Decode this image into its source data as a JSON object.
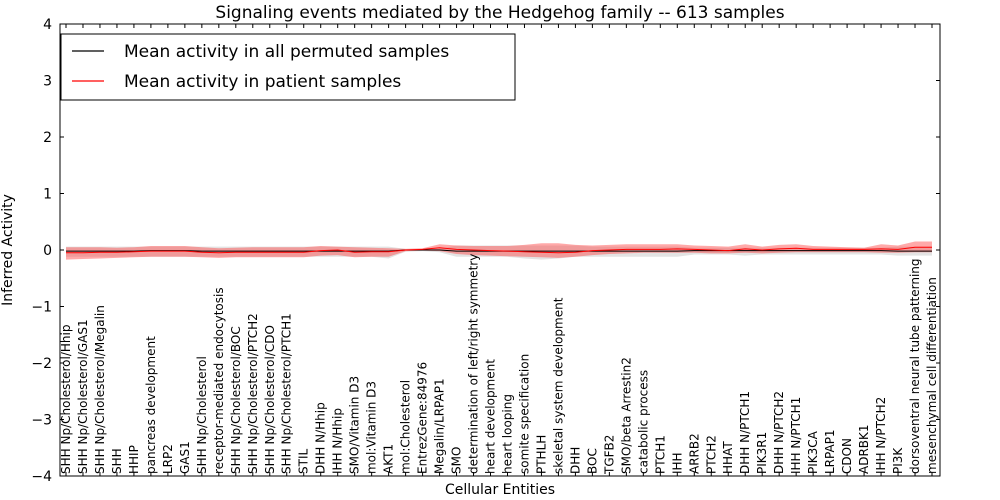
{
  "chart_data": {
    "type": "line",
    "title": "Signaling events mediated by the Hedgehog family -- 613 samples",
    "xlabel": "Cellular Entities",
    "ylabel": "Inferred Activity",
    "ylim": [
      -4,
      4
    ],
    "yticks": [
      4,
      3,
      2,
      1,
      0,
      -1,
      -2,
      -3,
      -4
    ],
    "ytick_labels": [
      "4",
      "3",
      "2",
      "1",
      "0",
      "−1",
      "−2",
      "−3",
      "−4"
    ],
    "grid": false,
    "legend_position": "top-left",
    "categories": [
      "SHH Np/Cholesterol/Hhip",
      "SHH Np/Cholesterol/GAS1",
      "SHH Np/Cholesterol/Megalin",
      "SHH",
      "HHIP",
      "pancreas development",
      "LRP2",
      "GAS1",
      "SHH Np/Cholesterol",
      "receptor-mediated endocytosis",
      "SHH Np/Cholesterol/BOC",
      "SHH Np/Cholesterol/PTCH2",
      "SHH Np/Cholesterol/CDO",
      "SHH Np/Cholesterol/PTCH1",
      "STIL",
      "DHH N/Hhip",
      "IHH N/Hhip",
      "SMO/Vitamin D3",
      "mol:Vitamin D3",
      "AKT1",
      "mol:Cholesterol",
      "EntrezGene:84976",
      "Megalin/LRPAP1",
      "SMO",
      "determination of left/right symmetry",
      "heart development",
      "heart looping",
      "somite specification",
      "PTHLH",
      "skeletal system development",
      "DHH",
      "BOC",
      "TGFB2",
      "SMO/beta Arrestin2",
      "catabolic process",
      "PTCH1",
      "IHH",
      "ARRB2",
      "PTCH2",
      "HHAT",
      "DHH N/PTCH1",
      "PIK3R1",
      "DHH N/PTCH2",
      "IHH N/PTCH1",
      "PIK3CA",
      "LRPAP1",
      "CDON",
      "ADRBK1",
      "IHH N/PTCH2",
      "PI3K",
      "dorsoventral neural tube patterning",
      "mesenchymal cell differentiation"
    ],
    "series": [
      {
        "name": "Mean activity in all permuted samples",
        "color": "#000000",
        "values": [
          -0.02,
          -0.02,
          -0.02,
          -0.02,
          -0.02,
          -0.01,
          -0.01,
          -0.01,
          -0.02,
          -0.02,
          -0.02,
          -0.02,
          -0.02,
          -0.02,
          -0.02,
          -0.02,
          -0.02,
          -0.02,
          -0.02,
          -0.02,
          0.0,
          0.0,
          0.0,
          -0.02,
          -0.02,
          -0.02,
          -0.02,
          -0.02,
          -0.02,
          -0.02,
          -0.02,
          -0.02,
          -0.02,
          -0.02,
          -0.02,
          -0.02,
          -0.02,
          -0.01,
          -0.01,
          -0.01,
          -0.01,
          -0.01,
          -0.01,
          -0.01,
          -0.01,
          -0.01,
          -0.01,
          -0.01,
          -0.01,
          -0.02,
          -0.02,
          -0.02
        ],
        "band_upper": [
          0.06,
          0.06,
          0.06,
          0.06,
          0.06,
          0.06,
          0.06,
          0.06,
          0.06,
          0.06,
          0.06,
          0.06,
          0.06,
          0.06,
          0.06,
          0.06,
          0.06,
          0.06,
          0.06,
          0.06,
          0.02,
          0.02,
          0.02,
          0.08,
          0.08,
          0.08,
          0.08,
          0.08,
          0.08,
          0.08,
          0.08,
          0.06,
          0.06,
          0.06,
          0.06,
          0.06,
          0.06,
          0.04,
          0.04,
          0.04,
          0.04,
          0.04,
          0.04,
          0.04,
          0.04,
          0.04,
          0.04,
          0.04,
          0.04,
          0.06,
          0.06,
          0.06
        ],
        "band_lower": [
          -0.12,
          -0.12,
          -0.12,
          -0.12,
          -0.12,
          -0.12,
          -0.12,
          -0.12,
          -0.12,
          -0.12,
          -0.12,
          -0.12,
          -0.12,
          -0.12,
          -0.12,
          -0.12,
          -0.12,
          -0.12,
          -0.12,
          -0.15,
          -0.03,
          -0.02,
          -0.04,
          -0.12,
          -0.12,
          -0.12,
          -0.12,
          -0.15,
          -0.17,
          -0.15,
          -0.12,
          -0.12,
          -0.12,
          -0.12,
          -0.12,
          -0.12,
          -0.12,
          -0.08,
          -0.08,
          -0.08,
          -0.1,
          -0.08,
          -0.08,
          -0.08,
          -0.08,
          -0.08,
          -0.08,
          -0.08,
          -0.08,
          -0.1,
          -0.1,
          -0.1
        ]
      },
      {
        "name": "Mean activity in patient samples",
        "color": "#ff0000",
        "values": [
          -0.05,
          -0.05,
          -0.04,
          -0.04,
          -0.03,
          -0.02,
          -0.02,
          -0.02,
          -0.04,
          -0.05,
          -0.04,
          -0.04,
          -0.04,
          -0.04,
          -0.04,
          -0.01,
          0.0,
          -0.04,
          -0.03,
          -0.03,
          0.0,
          0.01,
          0.04,
          0.01,
          0.0,
          -0.01,
          -0.02,
          -0.03,
          -0.04,
          -0.05,
          -0.04,
          -0.01,
          0.0,
          0.01,
          0.01,
          0.01,
          0.02,
          0.01,
          0.0,
          -0.01,
          0.02,
          0.0,
          0.02,
          0.03,
          0.01,
          0.01,
          0.01,
          0.01,
          0.02,
          0.01,
          0.05,
          0.05
        ],
        "band_upper": [
          0.05,
          0.05,
          0.05,
          0.04,
          0.05,
          0.07,
          0.07,
          0.07,
          0.05,
          0.03,
          0.04,
          0.05,
          0.05,
          0.05,
          0.05,
          0.07,
          0.06,
          0.05,
          0.04,
          0.03,
          0.02,
          0.03,
          0.1,
          0.08,
          0.07,
          0.07,
          0.07,
          0.09,
          0.12,
          0.12,
          0.09,
          0.08,
          0.09,
          0.1,
          0.1,
          0.1,
          0.1,
          0.08,
          0.07,
          0.06,
          0.1,
          0.06,
          0.09,
          0.1,
          0.07,
          0.06,
          0.05,
          0.04,
          0.1,
          0.08,
          0.15,
          0.15
        ],
        "band_lower": [
          -0.17,
          -0.16,
          -0.15,
          -0.14,
          -0.13,
          -0.12,
          -0.12,
          -0.12,
          -0.13,
          -0.14,
          -0.13,
          -0.13,
          -0.13,
          -0.13,
          -0.13,
          -0.1,
          -0.09,
          -0.13,
          -0.12,
          -0.12,
          -0.02,
          -0.01,
          -0.02,
          -0.07,
          -0.09,
          -0.1,
          -0.11,
          -0.12,
          -0.13,
          -0.14,
          -0.12,
          -0.09,
          -0.07,
          -0.06,
          -0.05,
          -0.05,
          -0.05,
          -0.05,
          -0.06,
          -0.06,
          -0.05,
          -0.06,
          -0.05,
          -0.04,
          -0.04,
          -0.04,
          -0.04,
          -0.04,
          -0.05,
          -0.05,
          -0.04,
          -0.04
        ]
      }
    ]
  }
}
